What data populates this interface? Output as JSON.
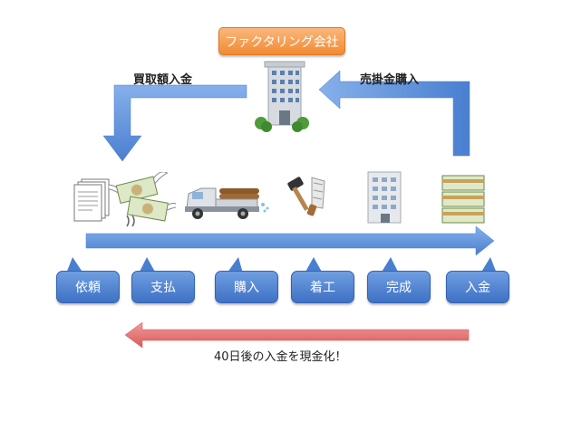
{
  "company": {
    "label": "ファクタリング会社"
  },
  "flows": {
    "purchase_payment": "買取額入金",
    "receivable_purchase": "売掛金購入"
  },
  "steps": [
    {
      "label": "依頼"
    },
    {
      "label": "支払"
    },
    {
      "label": "購入"
    },
    {
      "label": "着工"
    },
    {
      "label": "完成"
    },
    {
      "label": "入金"
    }
  ],
  "footer": {
    "message": "40日後の入金を現金化！"
  },
  "colors": {
    "blue_arrow": "#5b8fd8",
    "red_arrow": "#e06a6a",
    "orange_box": "#f28a33",
    "step_box": "#4a7fd0"
  },
  "icons": [
    "documents-icon",
    "flying-money-icon",
    "truck-icon",
    "tools-icon",
    "office-building-icon",
    "money-stack-icon",
    "company-building-icon"
  ]
}
